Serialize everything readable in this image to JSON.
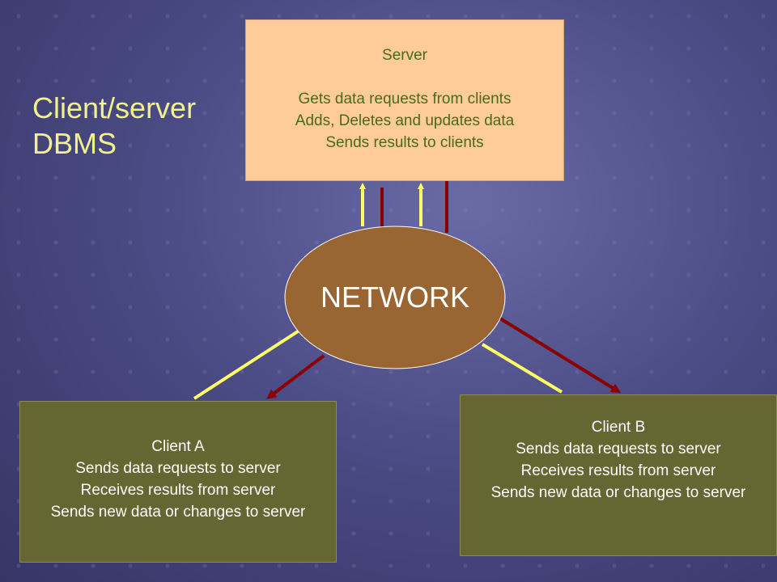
{
  "title": {
    "line1": "Client/server",
    "line2": "DBMS"
  },
  "server": {
    "title": "Server",
    "lines": [
      "Gets data requests from clients",
      "Adds, Deletes and updates data",
      "Sends results to clients"
    ]
  },
  "network": {
    "label": "NETWORK"
  },
  "client_a": {
    "title": "Client A",
    "lines": [
      "Sends data requests to server",
      "Receives results from server",
      "Sends new data or changes to server"
    ]
  },
  "client_b": {
    "title": "Client B",
    "lines": [
      "Sends data requests to server",
      "Receives results from server",
      "Sends new data or changes to server"
    ]
  },
  "colors": {
    "request_arrow": "#ffff66",
    "result_arrow": "#8b0000",
    "network_fill": "#996633",
    "server_fill": "#ffcc99",
    "client_fill": "#666633",
    "title_text": "#f2f28c"
  }
}
